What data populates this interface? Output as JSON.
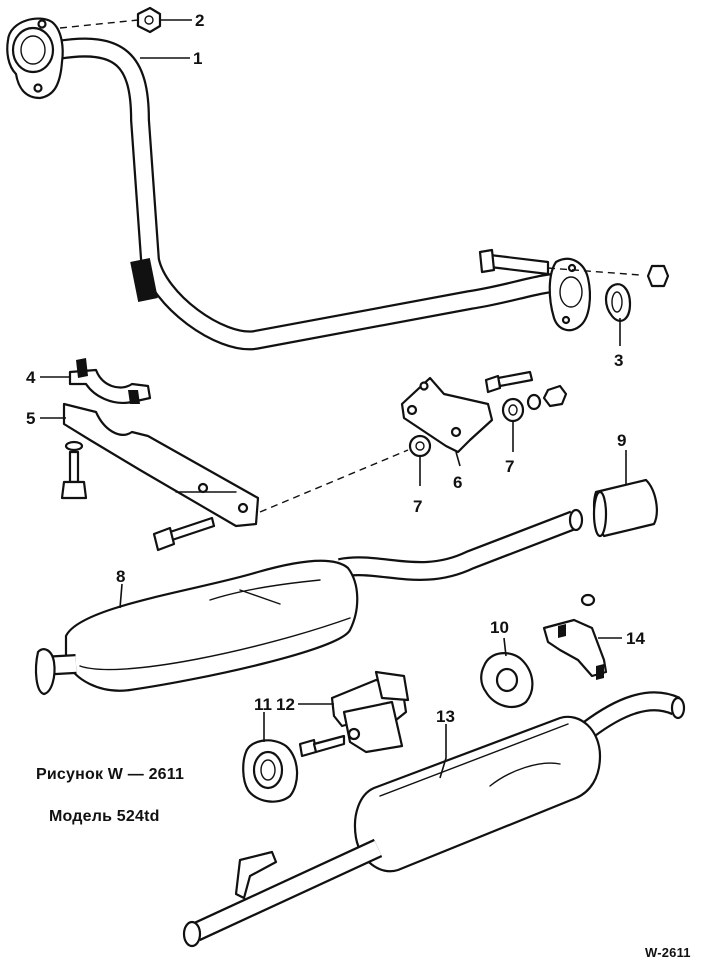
{
  "callouts": [
    {
      "id": "1",
      "label": "1"
    },
    {
      "id": "2",
      "label": "2"
    },
    {
      "id": "3",
      "label": "3"
    },
    {
      "id": "4",
      "label": "4"
    },
    {
      "id": "5",
      "label": "5"
    },
    {
      "id": "6",
      "label": "6"
    },
    {
      "id": "7a",
      "label": "7"
    },
    {
      "id": "7b",
      "label": "7"
    },
    {
      "id": "8",
      "label": "8"
    },
    {
      "id": "9",
      "label": "9"
    },
    {
      "id": "10",
      "label": "10"
    },
    {
      "id": "11",
      "label": "11"
    },
    {
      "id": "12",
      "label": "12"
    },
    {
      "id": "13",
      "label": "13"
    },
    {
      "id": "14",
      "label": "14"
    }
  ],
  "captions": {
    "figure": "Рисунок W — 2611",
    "model": "Модель 524td",
    "code": "W-2611"
  }
}
